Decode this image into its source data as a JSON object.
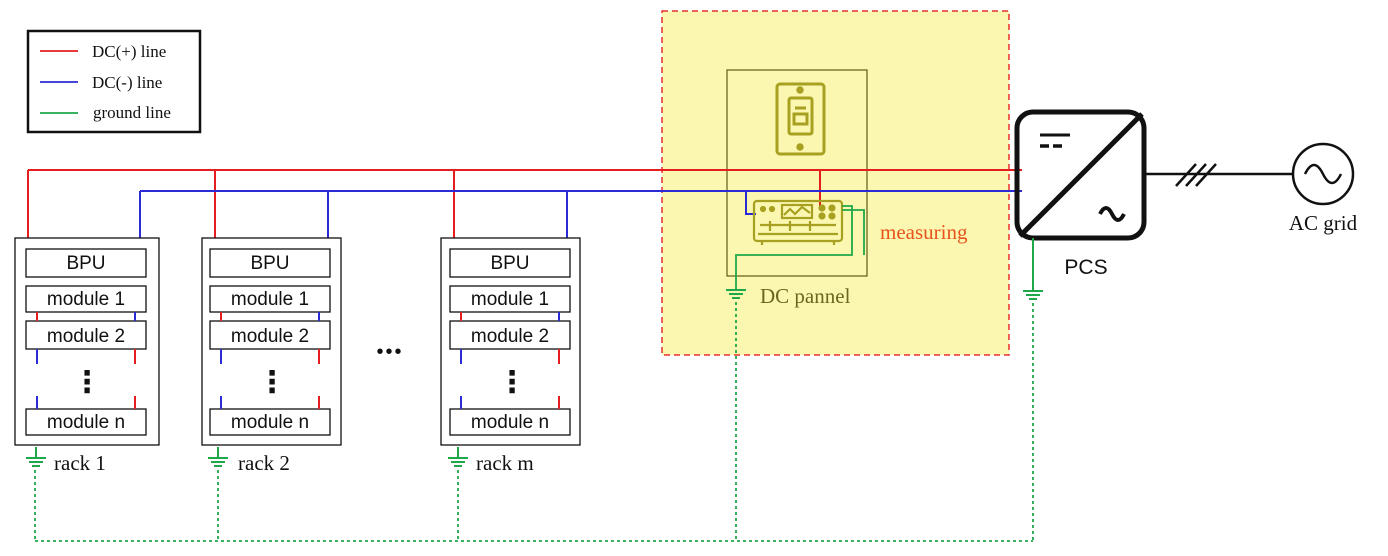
{
  "legend": {
    "items": [
      {
        "label": "DC(+) line",
        "color": "#e41e1e"
      },
      {
        "label": "DC(-) line",
        "color": "#2b2bd6"
      },
      {
        "label": "ground line",
        "color": "#1ea84a"
      }
    ]
  },
  "racks": [
    {
      "label": "rack 1",
      "bpu": "BPU",
      "modules": [
        "module 1",
        "module 2",
        "module n"
      ],
      "dots": "⋮"
    },
    {
      "label": "rack 2",
      "bpu": "BPU",
      "modules": [
        "module 1",
        "module 2",
        "module n"
      ],
      "dots": "⋮"
    },
    {
      "label": "rack m",
      "bpu": "BPU",
      "modules": [
        "module 1",
        "module 2",
        "module n"
      ],
      "dots": "⋮"
    }
  ],
  "ellipsis": "•••",
  "dc_panel": {
    "label": "DC pannel"
  },
  "measuring": {
    "label": "measuring",
    "color": "#e8531c"
  },
  "pcs": {
    "label": "PCS"
  },
  "ac_grid": {
    "label": "AC grid"
  },
  "colors": {
    "dc_positive": "#e41e1e",
    "dc_negative": "#2b2bd6",
    "ground": "#1ea84a",
    "highlight_fill": "#fbf7b0",
    "highlight_border": "#e8322b",
    "panel_device": "#a8a020"
  },
  "icons": [
    "breaker-icon",
    "meter-icon",
    "ground-icon",
    "inverter-icon",
    "ac-source-icon"
  ]
}
